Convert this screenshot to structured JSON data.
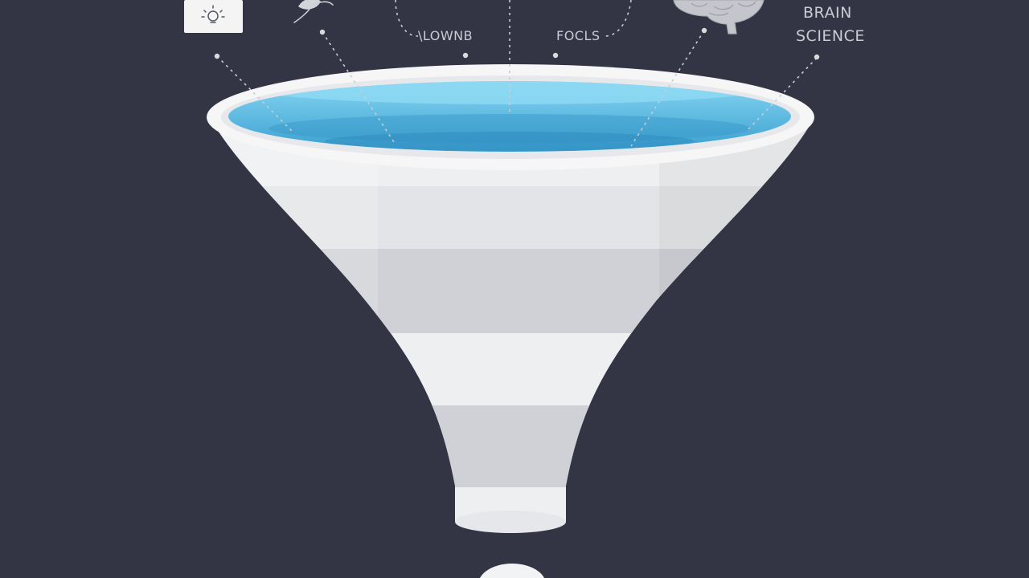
{
  "labels": {
    "flows": "\\LOWNB",
    "focus": "FOCLS",
    "brain_line1": "BRAIN",
    "brain_line2": "SCIENCE"
  },
  "icons": {
    "idea": "lightbulb-icon",
    "growth": "sprout-icon",
    "brain": "brain-icon",
    "output": "output-drop-icon"
  },
  "colors": {
    "background": "#333545",
    "funnel": "#eeeff1",
    "funnel_band": "#cfd1d6",
    "liquid_light": "#7fd0ef",
    "liquid_dark": "#3fa6d3",
    "connector": "#c9ccd3"
  }
}
